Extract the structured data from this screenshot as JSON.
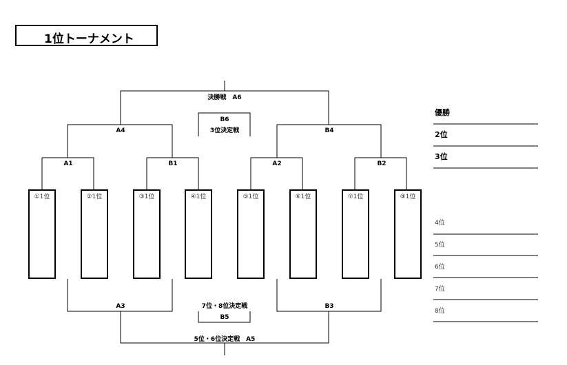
{
  "title": "1位トーナメント",
  "bracket": {
    "final": "決勝戦　A6",
    "third_place": {
      "match": "B6",
      "label": "3位決定戦"
    },
    "semis": [
      "A4",
      "B4"
    ],
    "quarters": [
      "A1",
      "B1",
      "A2",
      "B2"
    ],
    "consolation_a": [
      "A3",
      "B3"
    ],
    "seventh_place": {
      "label": "7位・8位決定戦",
      "match": "B5"
    },
    "fifth_place": "5位・6位決定戦　A5",
    "slots": [
      "①1位",
      "②1位",
      "③1位",
      "④1位",
      "⑤1位",
      "⑥1位",
      "⑦1位",
      "⑧1位"
    ]
  },
  "ranks_top": [
    "優勝",
    "2位",
    "3位"
  ],
  "ranks_bottom": [
    "4位",
    "5位",
    "6位",
    "7位",
    "8位"
  ]
}
